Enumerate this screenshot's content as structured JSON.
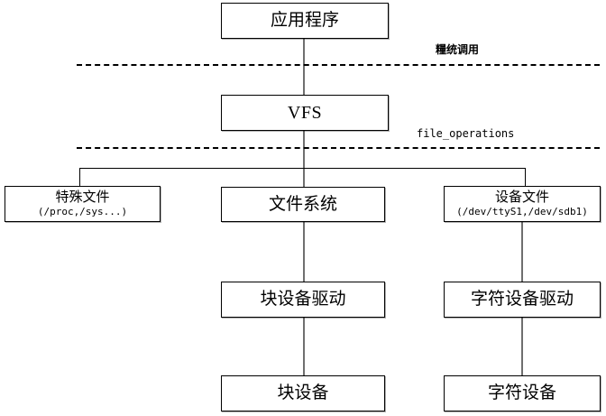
{
  "diagram": {
    "title_visible": false,
    "colors": {
      "box_border": "#000000",
      "box_fill": "#ffffff",
      "connector": "#6f6f6f",
      "branch_line": "#000000",
      "dashed_separator": "#000000",
      "text": "#000000"
    },
    "nodes": {
      "application": {
        "label": "应用程序"
      },
      "vfs": {
        "label": "VFS"
      },
      "special_file": {
        "label": "特殊文件",
        "sub": "(/proc,/sys...)"
      },
      "filesystem": {
        "label": "文件系统"
      },
      "device_file": {
        "label": "设备文件",
        "sub": "(/dev/ttyS1,/dev/sdb1)"
      },
      "block_device_driver": {
        "label": "块设备驱动"
      },
      "char_device_driver": {
        "label": "字符设备驱动"
      },
      "block_device": {
        "label": "块设备"
      },
      "char_device": {
        "label": "字符设备"
      }
    },
    "separators": {
      "system_call": {
        "label": "糧统调用"
      },
      "file_operations": {
        "label": "file_operations"
      }
    }
  }
}
